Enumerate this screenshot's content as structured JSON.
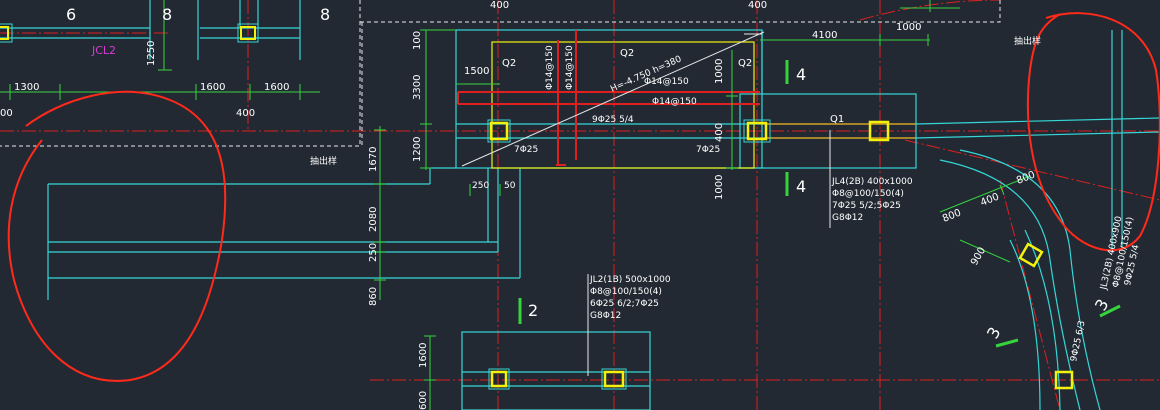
{
  "colors": {
    "background": "#222933",
    "beam_cyan": "#35d6d6",
    "axis_red": "#e02020",
    "dim_green": "#35d43d",
    "column_yellow": "#f2f20c",
    "markup_red": "#ff2a1a",
    "frame_white": "#e8e8e8",
    "magenta_label": "#d43cd4"
  },
  "labels": {
    "grid_6": "6",
    "grid_8a": "8",
    "grid_8b": "8",
    "jcl2": "JCL2",
    "q2_top": "Q2",
    "q2_left": "Q2",
    "q2_right": "Q2",
    "q1": "Q1",
    "slope": "H=-4.750 h=380",
    "rebar_v1": "Φ14@150",
    "rebar_v2": "Φ14@150",
    "rebar_h1": "Φ14@150",
    "rebar_h2": "Φ14@150",
    "bars_5_4": "9Φ25 5/4",
    "bars_7a": "7Φ25",
    "bars_7b": "7Φ25",
    "beam_jl4": [
      "JL4(2B) 400x1000",
      "Φ8@100/150(4)",
      "7Φ25 5/2;5Φ25",
      "G8Φ12"
    ],
    "beam_jl2": [
      "JL2(1B) 500x1000",
      "Φ8@100/150(4)",
      "6Φ25 6/2;7Φ25",
      "G8Φ12"
    ],
    "beam_jl3": [
      "JL3(2B) 400x900",
      "Φ8@100/150(4)",
      "9Φ25 5/4"
    ],
    "beam_jl3_side": "9Φ25 6/3",
    "gridnum_4a": "4",
    "gridnum_4b": "4",
    "gridnum_2": "2",
    "gridnum_3a": "3",
    "gridnum_3b": "3",
    "tag_left": "抽出样",
    "tag_right": "抽出样"
  },
  "dimensions": {
    "d400_top1": "400",
    "d400_top2": "400",
    "d4100": "4100",
    "d1000_top": "1000",
    "d1300": "1300",
    "d1600a": "1600",
    "d1600b": "1600",
    "d400_mid": "400",
    "d00": "00",
    "d1250": "1250",
    "d1500": "1500",
    "d3300": "3300",
    "d100": "100",
    "d1000_q": "1000",
    "d1200": "1200",
    "d1670": "1670",
    "d2080": "2080",
    "d250_v": "250",
    "d860": "860",
    "d250_h": "250",
    "d50": "50",
    "d400_col": "400",
    "d1000_v": "1000",
    "d800a": "800",
    "d400_diag": "400",
    "d800b": "800",
    "d900": "900",
    "d1600_v": "1600",
    "d600": "600"
  }
}
